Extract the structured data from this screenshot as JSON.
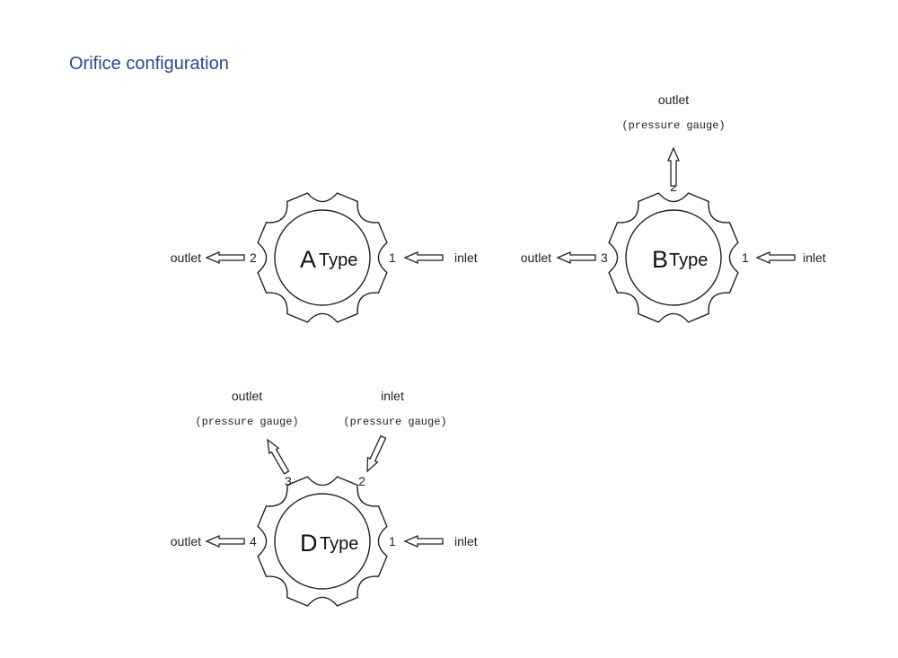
{
  "title": "Orifice configuration",
  "colors": {
    "title": "#2b4a8c",
    "line": "#222222"
  },
  "diagrams": {
    "a": {
      "letter": "A",
      "type": "Type",
      "left": {
        "num": "2",
        "label": "outlet"
      },
      "right": {
        "num": "1",
        "label": "inlet"
      }
    },
    "b": {
      "letter": "B",
      "type": "Type",
      "left": {
        "num": "3",
        "label": "outlet"
      },
      "right": {
        "num": "1",
        "label": "inlet"
      },
      "top": {
        "num": "2",
        "label": "outlet",
        "sub": "(pressure gauge)"
      }
    },
    "d": {
      "letter": "D",
      "type": "Type",
      "left": {
        "num": "4",
        "label": "outlet"
      },
      "right": {
        "num": "1",
        "label": "inlet"
      },
      "top_left": {
        "num": "3",
        "label": "outlet",
        "sub": "(pressure gauge)"
      },
      "top_right": {
        "num": "2",
        "label": "inlet",
        "sub": "(pressure gauge)"
      }
    }
  }
}
